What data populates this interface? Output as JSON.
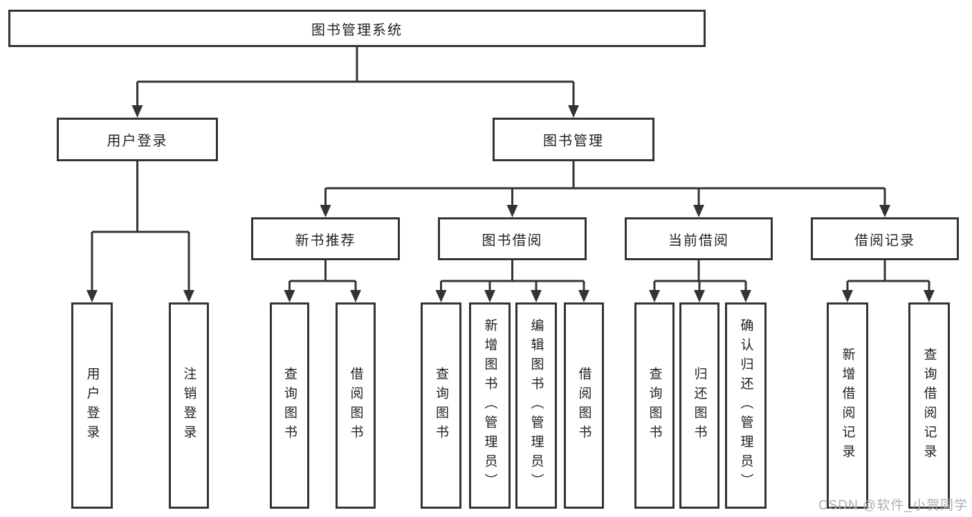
{
  "diagram": {
    "type": "hierarchy",
    "tree": {
      "root": {
        "label": "图书管理系统",
        "children": [
          {
            "label": "用户登录",
            "children": [
              {
                "label": "用户登录"
              },
              {
                "label": "注销登录"
              }
            ]
          },
          {
            "label": "图书管理",
            "children": [
              {
                "label": "新书推荐",
                "children": [
                  {
                    "label": "查询图书"
                  },
                  {
                    "label": "借阅图书"
                  }
                ]
              },
              {
                "label": "图书借阅",
                "children": [
                  {
                    "label": "查询图书"
                  },
                  {
                    "label": "新增图书（管理员）"
                  },
                  {
                    "label": "编辑图书（管理员）"
                  },
                  {
                    "label": "借阅图书"
                  }
                ]
              },
              {
                "label": "当前借阅",
                "children": [
                  {
                    "label": "查询图书"
                  },
                  {
                    "label": "归还图书"
                  },
                  {
                    "label": "确认归还（管理员）"
                  }
                ]
              },
              {
                "label": "借阅记录",
                "children": [
                  {
                    "label": "新增借阅记录"
                  },
                  {
                    "label": "查询借阅记录"
                  }
                ]
              }
            ]
          }
        ]
      }
    },
    "colors": {
      "line": "#333333",
      "box_border": "#333333",
      "text": "#222222",
      "background": "#ffffff",
      "watermark": "#aaaeb3"
    }
  },
  "watermark": {
    "text": "CSDN @软件_小贺同学"
  }
}
